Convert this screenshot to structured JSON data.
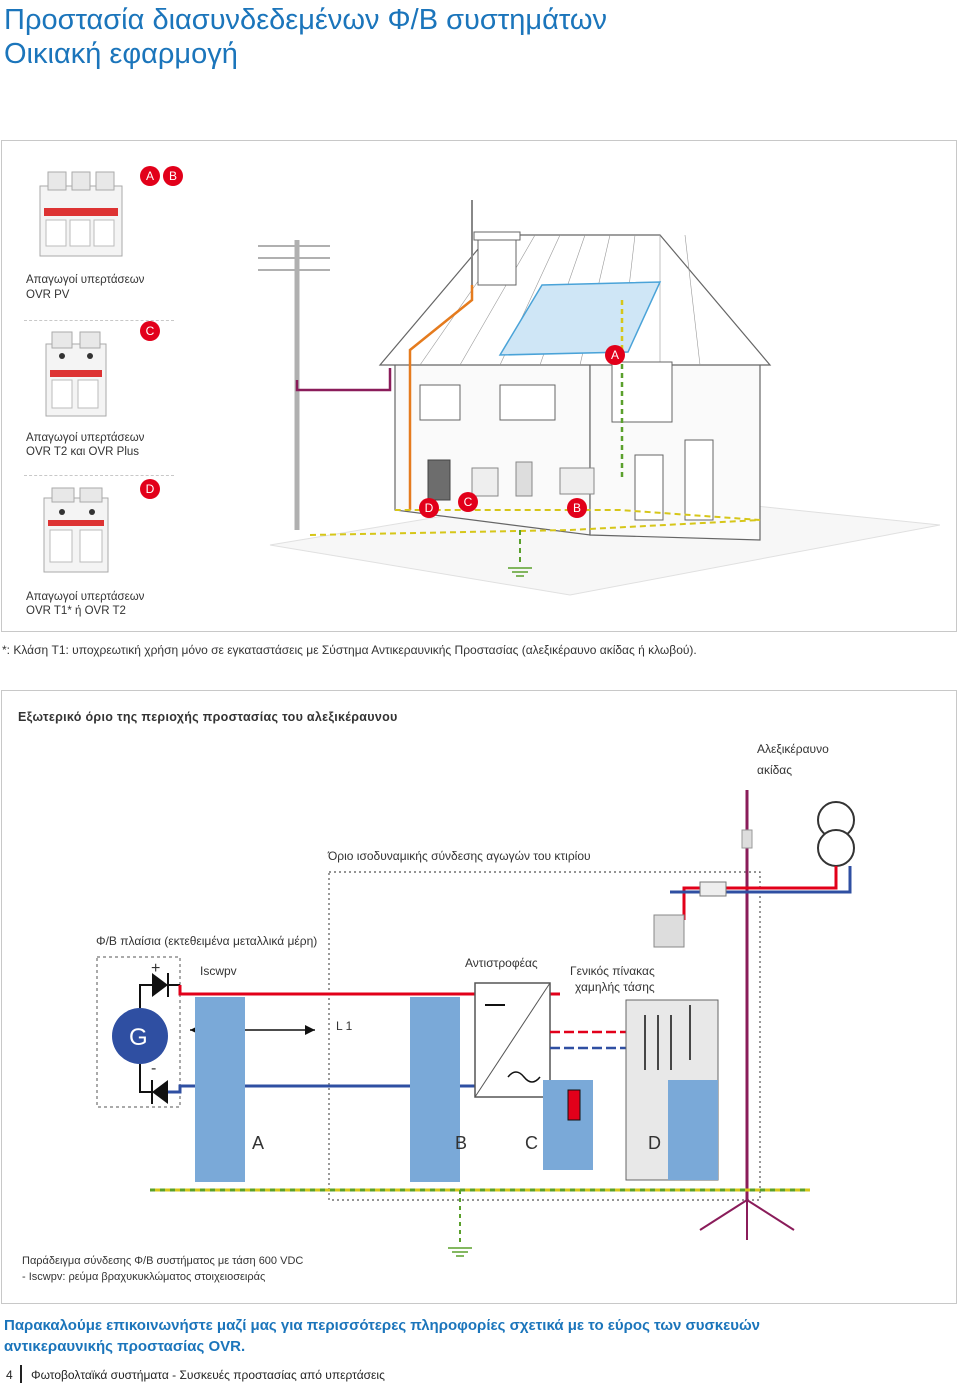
{
  "header": {
    "title_line1": "Προστασία διασυνδεδεμένων Φ/Β συστημάτων",
    "title_line2": "Οικιακή εφαρμογή"
  },
  "house_panel": {
    "products": [
      {
        "badges": [
          "A",
          "B"
        ],
        "caption_line1": "Απαγωγοί υπερτάσεων",
        "caption_line2": "OVR PV"
      },
      {
        "badges": [
          "C"
        ],
        "caption_line1": "Απαγωγοί υπερτάσεων",
        "caption_line2": "OVR T2 και OVR Plus"
      },
      {
        "badges": [
          "D"
        ],
        "caption_line1": "Απαγωγοί υπερτάσεων",
        "caption_line2": "OVR T1* ή OVR T2"
      }
    ],
    "house_markers": [
      "A",
      "D",
      "C",
      "B"
    ]
  },
  "footnote": "*: Κλάση T1: υποχρεωτική χρήση μόνο σε εγκαταστάσεις με Σύστημα Αντικεραυνικής Προστασίας (αλεξικέραυνο ακίδας ή κλωβού).",
  "schematic": {
    "heading": "Εξωτερικό όριο της περιοχής προστασίας του αλεξικέραυνου",
    "rod_label_line1": "Αλεξικέραυνο",
    "rod_label_line2": "ακίδας",
    "bonding_label": "Όριο ισοδυναμικής σύνδεσης αγωγών του κτιρίου",
    "pv_modules_label": "Φ/Β πλαίσια (εκτεθειμένα μεταλλικά μέρη)",
    "iscwpv_label": "Iscwpv",
    "inverter_label": "Αντιστροφέας",
    "board_label_line1": "Γενικός πίνακας",
    "board_label_line2": "χαμηλής τάσης",
    "line_label": "L 1",
    "generator_label": "G",
    "plus_sign": "+",
    "minus_sign": "-",
    "markers": [
      "A",
      "B",
      "C",
      "D"
    ],
    "caption_line1": "Παράδειγμα σύνδεσης Φ/Β συστήματος με τάση 600 VDC",
    "caption_line2": "- Iscwpv: ρεύμα βραχυκυκλώματος στοιχειοσειράς"
  },
  "cta": {
    "line1": "Παρακαλούμε επικοινωνήστε μαζί μας για περισσότερες πληροφορίες σχετικά με το εύρος των συσκευών",
    "line2": "αντικεραυνικής προστασίας OVR."
  },
  "footer": {
    "page_number": "4",
    "text": "Φωτοβολταϊκά συστήματα - Συσκευές προστασίας από υπερτάσεις"
  },
  "colors": {
    "brand_blue": "#1b75bb",
    "badge_red": "#e2001a",
    "wire_red": "#e2001a",
    "wire_blue": "#2f4fa2",
    "wire_magenta": "#8a1c5a",
    "earth_yellow": "#d6c619",
    "earth_green": "#5aa02c",
    "spd_blue": "#7aa9d8",
    "roof_orange": "#e57b1e"
  },
  "icons": [
    "lightning-rod-icon",
    "generator-icon",
    "diode-icon",
    "transformer-icon",
    "earth-icon",
    "varistor-icon",
    "inverter-icon",
    "fuse-icon",
    "switch-icon"
  ]
}
